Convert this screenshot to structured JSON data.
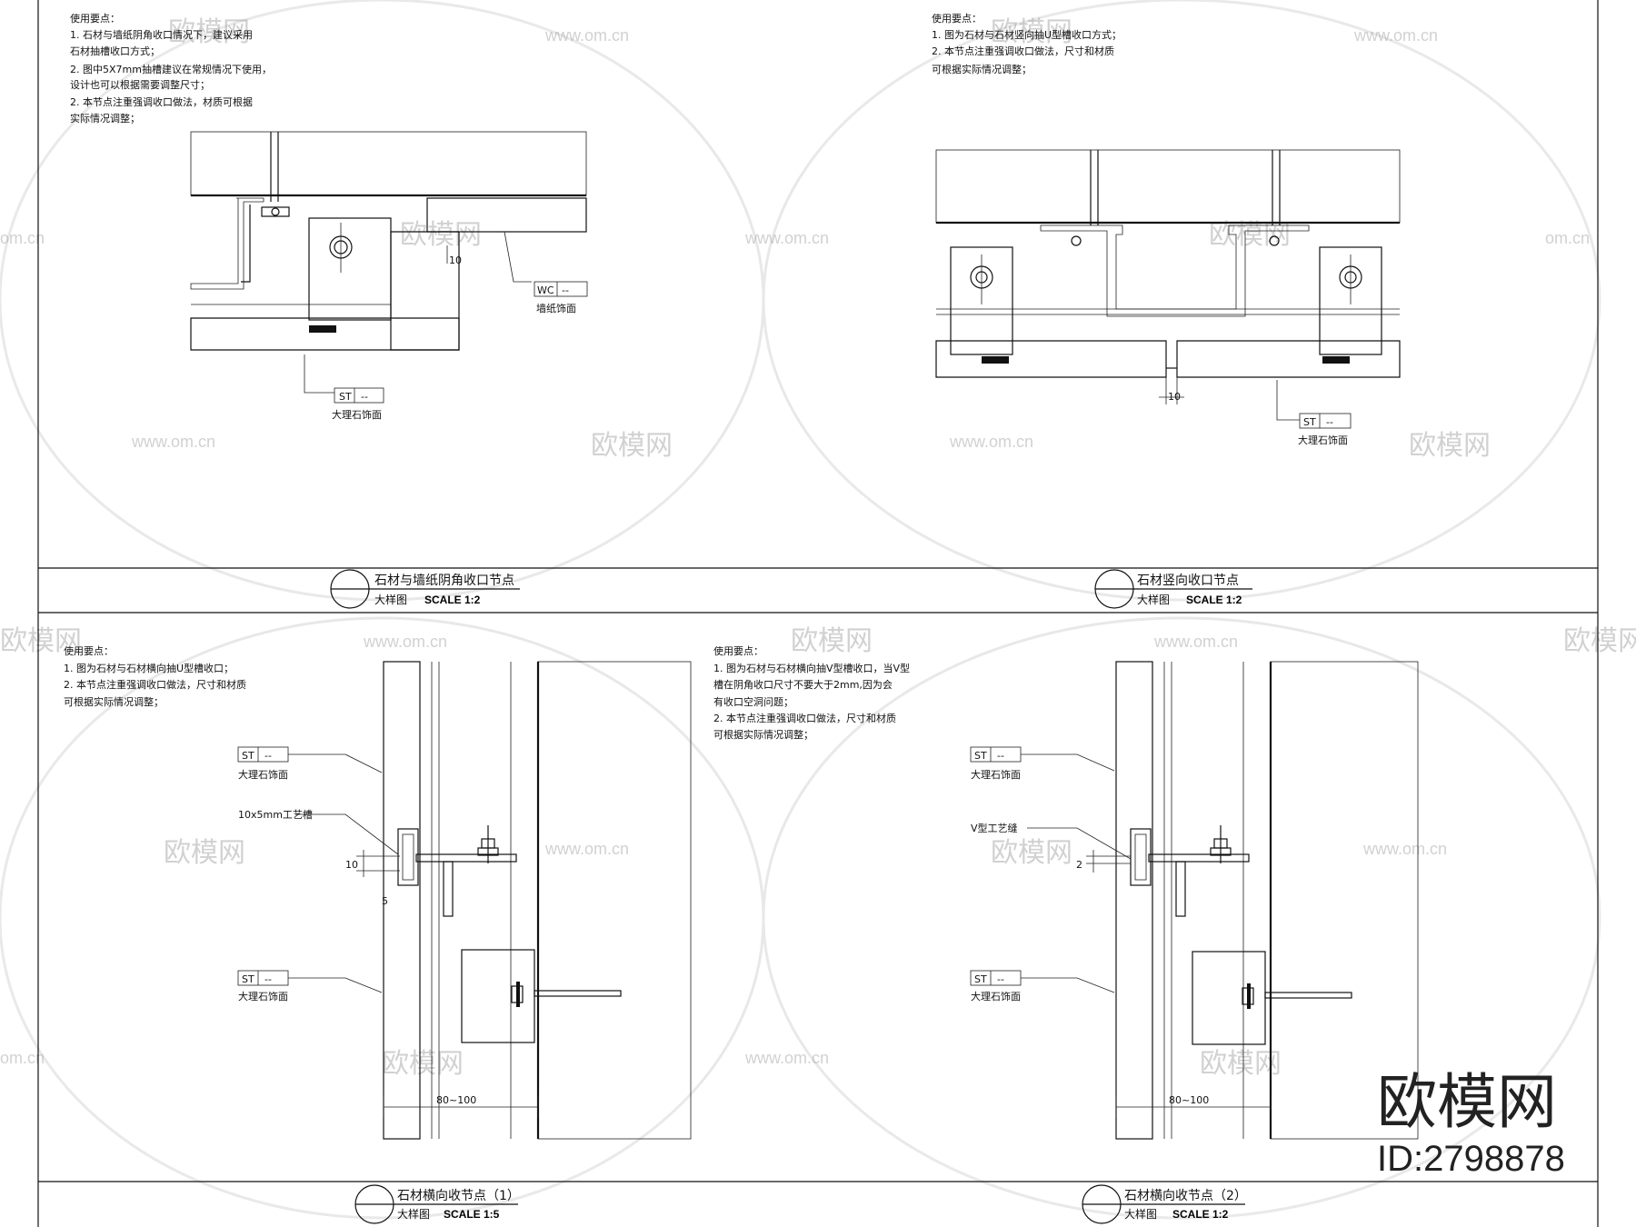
{
  "watermark": {
    "brand": "欧模网",
    "site": "www.om.cn",
    "site_short": "om.cn",
    "id": "ID:2798878"
  },
  "panels": {
    "p1": {
      "notes": [
        "使用要点：",
        "1.  石材与墙纸阴角收口情况下，建议采用",
        "     石材抽槽收口方式；",
        "2.  图中5X7mm抽槽建议在常规情况下使用，",
        "     设计也可以根据需要调整尺寸；",
        "2.  本节点注重强调收口做法，材质可根据",
        "     实际情况调整；"
      ],
      "tag_st": "ST",
      "tag_dash": "--",
      "label_stone": "大理石饰面",
      "tag_wc": "WC",
      "label_wall": "墙纸饰面",
      "dim_10": "10",
      "title": "石材与墙纸阴角收口节点",
      "subtitle": "大样图",
      "scale": "SCALE  1:2"
    },
    "p2": {
      "notes": [
        "使用要点：",
        "1.  图为石材与石材竖向抽U型槽收口方式；",
        "2.  本节点注重强调收口做法，尺寸和材质",
        "     可根据实际情况调整；"
      ],
      "tag_st": "ST",
      "tag_dash": "--",
      "label_stone": "大理石饰面",
      "dim_10": "10",
      "title": "石材竖向收口节点",
      "subtitle": "大样图",
      "scale": "SCALE  1:2"
    },
    "p3": {
      "notes": [
        "使用要点：",
        "1.  图为石材与石材横向抽U型槽收口；",
        "2.  本节点注重强调收口做法，尺寸和材质",
        "     可根据实际情况调整；"
      ],
      "tag_st": "ST",
      "tag_dash": "--",
      "label_stone": "大理石饰面",
      "label_groove": "10x5mm工艺槽",
      "dim_10": "10",
      "dim_5": "5",
      "dim_width": "80~100",
      "title": "石材横向收节点（1）",
      "subtitle": "大样图",
      "scale": "SCALE  1:5"
    },
    "p4": {
      "notes": [
        "使用要点：",
        "1.  图为石材与石材横向抽V型槽收口，当V型",
        "     槽在阴角收口尺寸不要大于2mm,因为会",
        "     有收口空洞问题；",
        "2.  本节点注重强调收口做法，尺寸和材质",
        "     可根据实际情况调整；"
      ],
      "tag_st": "ST",
      "tag_dash": "--",
      "label_stone": "大理石饰面",
      "label_groove": "V型工艺缝",
      "dim_2": "2",
      "dim_width": "80~100",
      "title": "石材横向收节点（2）",
      "subtitle": "大样图",
      "scale": "SCALE  1:2"
    }
  }
}
